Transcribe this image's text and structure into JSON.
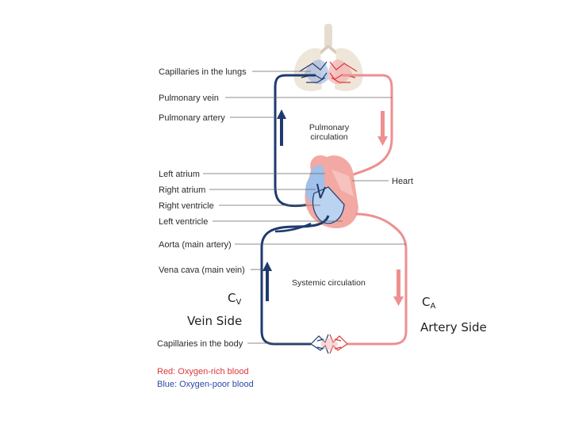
{
  "labels": {
    "capillaries_lungs": "Capillaries in the lungs",
    "pulmonary_vein": "Pulmonary vein",
    "pulmonary_artery": "Pulmonary artery",
    "pulmonary_circulation_line1": "Pulmonary",
    "pulmonary_circulation_line2": "circulation",
    "left_atrium": "Left atrium",
    "right_atrium": "Right atrium",
    "right_ventricle": "Right ventricle",
    "left_ventricle": "Left ventricle",
    "heart": "Heart",
    "aorta": "Aorta (main artery)",
    "vena_cava": "Vena cava (main vein)",
    "systemic_circulation": "Systemic circulation",
    "capillaries_body": "Capillaries in the body"
  },
  "legend": {
    "red": "Red: Oxygen-rich blood",
    "blue": "Blue: Oxygen-poor blood"
  },
  "annotations": {
    "cv_letter": "C",
    "cv_sub": "V",
    "vein_side": "Vein Side",
    "ca_letter": "C",
    "ca_sub": "A",
    "artery_side": "Artery Side"
  },
  "colors": {
    "oxygen_rich": "#e8898a",
    "oxygen_poor": "#1f3a6e",
    "arrow_blue": "#1f3a6e",
    "arrow_red": "#ee8f90"
  }
}
